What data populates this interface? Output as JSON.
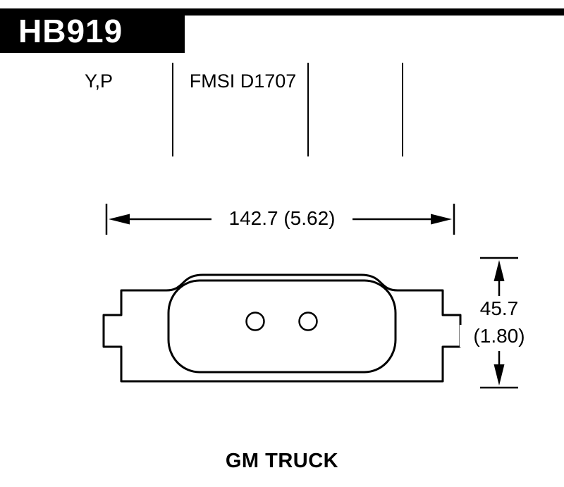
{
  "header": {
    "part_number": "HB919"
  },
  "specs": {
    "compound_codes": "Y,P",
    "fmsi_label": "FMSI D1707"
  },
  "dimensions": {
    "width": "142.7 (5.62)",
    "height_mm": "45.7",
    "height_in": "(1.80)"
  },
  "footer": {
    "application": "GM TRUCK"
  },
  "colors": {
    "background": "#ffffff",
    "ink": "#000000",
    "header_bg": "#000000",
    "header_text": "#ffffff"
  }
}
